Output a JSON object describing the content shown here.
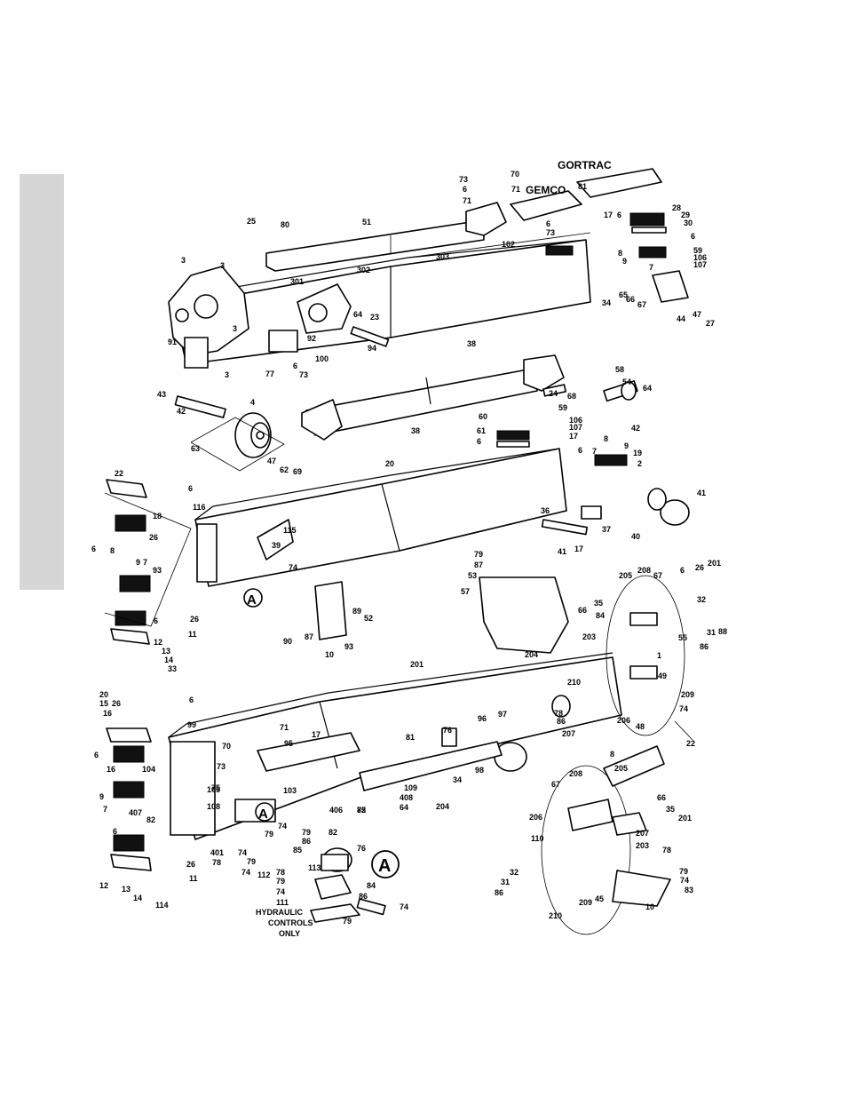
{
  "brands": {
    "gortrac": "GORTRAC",
    "gemco": "GEMCO"
  },
  "detail_marker": "A",
  "note": {
    "line1": "HYDRAULIC",
    "line2": "CONTROLS",
    "line3": "ONLY"
  },
  "callouts": [
    "73",
    "70",
    "6",
    "71",
    "71",
    "81",
    "28",
    "29",
    "30",
    "25",
    "80",
    "51",
    "6",
    "73",
    "17",
    "6",
    "6",
    "59",
    "106",
    "107",
    "3",
    "3",
    "102",
    "8",
    "9",
    "7",
    "301",
    "302",
    "303",
    "65",
    "66",
    "67",
    "34",
    "44",
    "47",
    "27",
    "64",
    "23",
    "91",
    "3",
    "92",
    "94",
    "3",
    "100",
    "77",
    "6",
    "73",
    "38",
    "58",
    "68",
    "54",
    "64",
    "43",
    "42",
    "4",
    "38",
    "24",
    "42",
    "63",
    "47",
    "62",
    "69",
    "60",
    "61",
    "6",
    "59",
    "106",
    "107",
    "17",
    "8",
    "9",
    "19",
    "6",
    "7",
    "2",
    "20",
    "22",
    "18",
    "26",
    "6",
    "116",
    "115",
    "39",
    "41",
    "36",
    "37",
    "40",
    "41",
    "17",
    "6",
    "8",
    "9",
    "7",
    "93",
    "74",
    "79",
    "87",
    "53",
    "57",
    "6",
    "26",
    "201",
    "205",
    "208",
    "67",
    "35",
    "66",
    "84",
    "32",
    "31",
    "88",
    "90",
    "87",
    "89",
    "52",
    "93",
    "10",
    "6",
    "26",
    "11",
    "12",
    "13",
    "14",
    "33",
    "203",
    "55",
    "86",
    "204",
    "1",
    "201",
    "49",
    "210",
    "209",
    "74",
    "78",
    "86",
    "207",
    "206",
    "48",
    "22",
    "20",
    "15",
    "16",
    "26",
    "6",
    "99",
    "76",
    "70",
    "71",
    "95",
    "96",
    "97",
    "81",
    "17",
    "6",
    "16",
    "104",
    "105",
    "108",
    "75",
    "73",
    "103",
    "98",
    "34",
    "8",
    "9",
    "7",
    "407",
    "82",
    "85",
    "109",
    "408",
    "64",
    "204",
    "205",
    "208",
    "67",
    "66",
    "35",
    "201",
    "206",
    "207",
    "203",
    "110",
    "74",
    "79",
    "86",
    "85",
    "406",
    "82",
    "72",
    "79",
    "401",
    "74",
    "78",
    "79",
    "74",
    "112",
    "76",
    "78",
    "79",
    "74",
    "111",
    "113",
    "86",
    "84",
    "32",
    "31",
    "86",
    "78",
    "79",
    "74",
    "83",
    "210",
    "209",
    "45",
    "10",
    "6",
    "26",
    "11",
    "12",
    "13",
    "14",
    "114",
    "79",
    "74"
  ]
}
